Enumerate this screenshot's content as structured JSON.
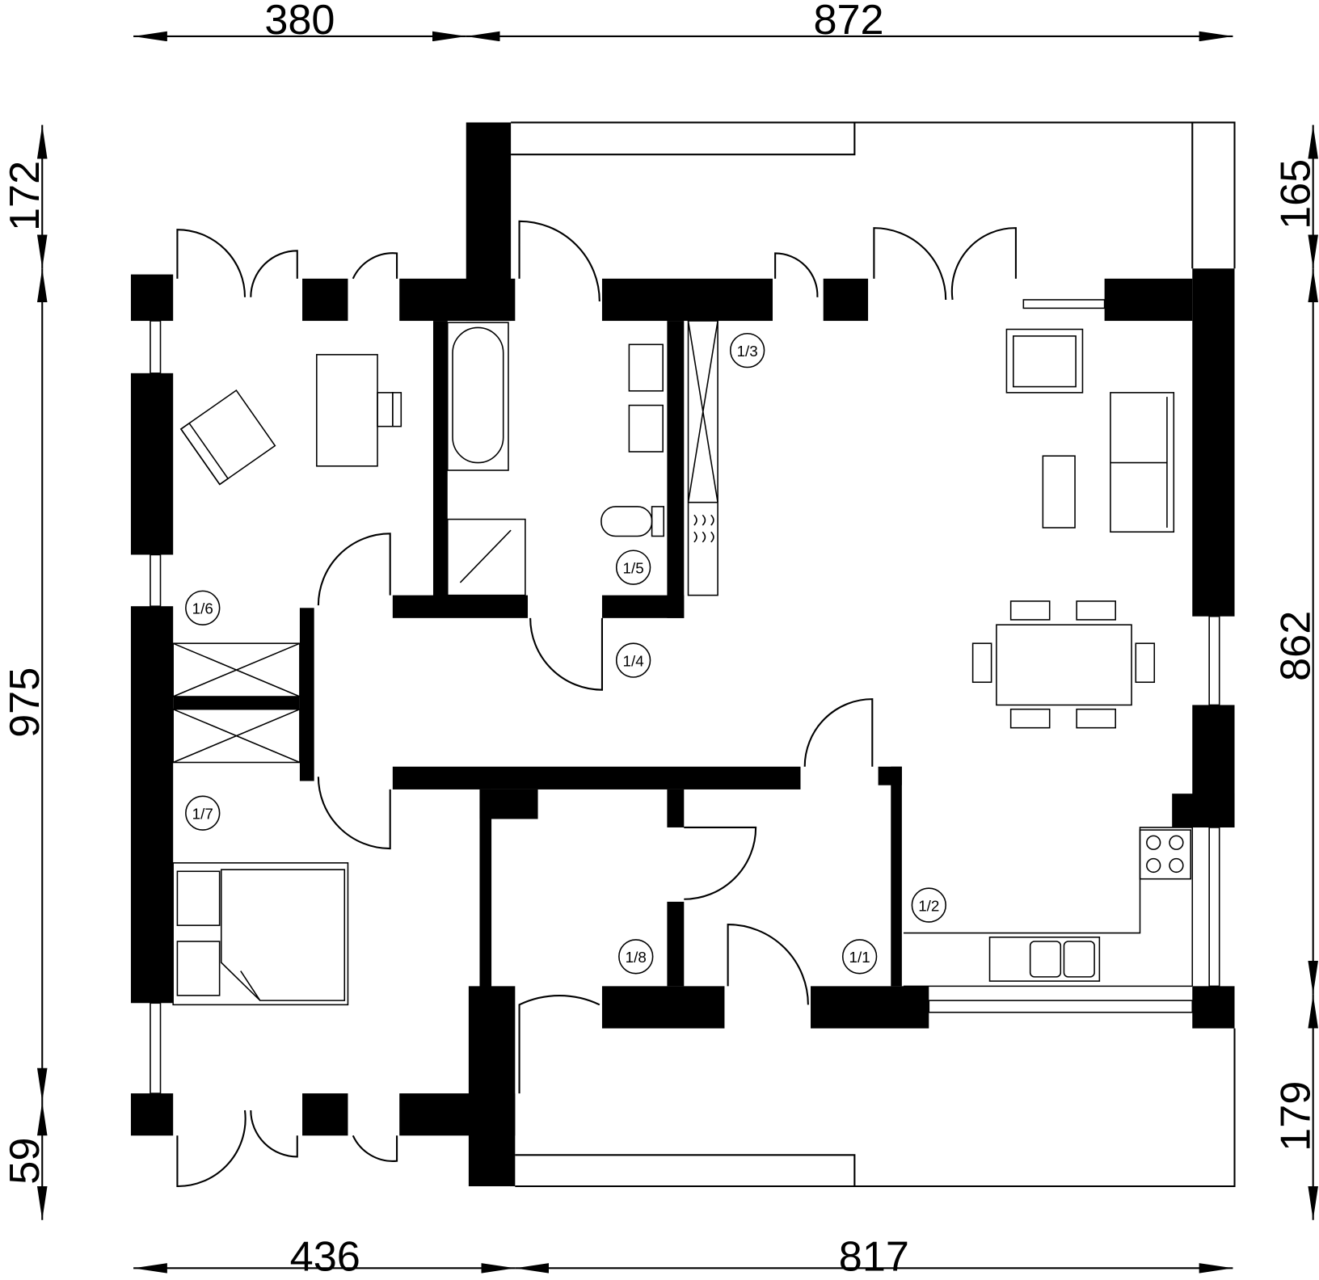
{
  "dimensions": {
    "top": [
      "380",
      "872"
    ],
    "bottom": [
      "436",
      "817"
    ],
    "left": [
      "172",
      "975",
      "59"
    ],
    "right": [
      "165",
      "862",
      "179"
    ]
  },
  "rooms": [
    "1/1",
    "1/2",
    "1/3",
    "1/4",
    "1/5",
    "1/6",
    "1/7",
    "1/8"
  ],
  "colors": {
    "wall": "#000000",
    "background": "#ffffff"
  }
}
